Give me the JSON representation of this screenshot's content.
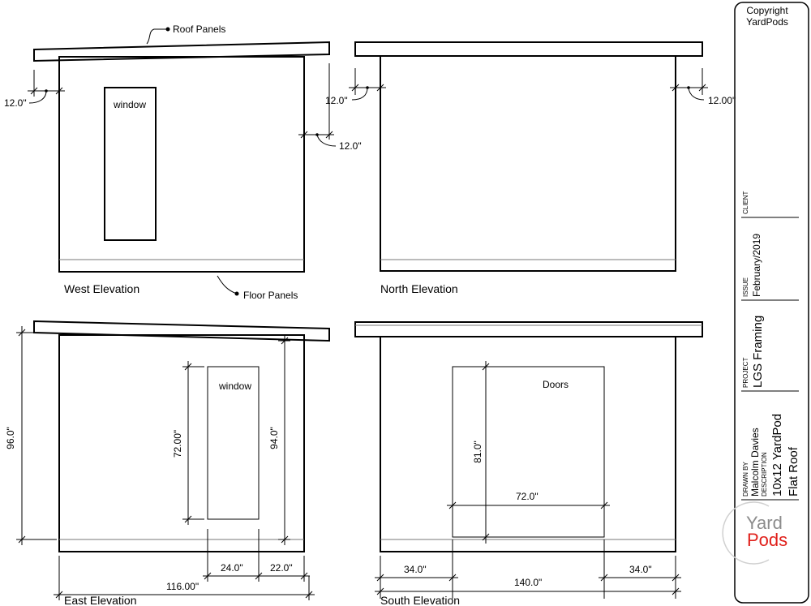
{
  "labels": {
    "roof_panels": "Roof Panels",
    "floor_panels": "Floor Panels",
    "window": "window",
    "doors": "Doors"
  },
  "views": {
    "west": "West Elevation",
    "north": "North Elevation",
    "east": "East Elevation",
    "south": "South Elevation"
  },
  "dimensions": {
    "overhang": "12.0\"",
    "overhang_north_right": "12.00\"",
    "height_96": "96.0\"",
    "window_72": "72.00\"",
    "height_94": "94.0\"",
    "offset_24": "24.0\"",
    "offset_22": "22.0\"",
    "width_116": "116.00\"",
    "door_81": "81.0\"",
    "door_72": "72.0\"",
    "side_34": "34.0\"",
    "width_140": "140.0\""
  },
  "title_block": {
    "copyright_line1": "Copyright",
    "copyright_line2": "YardPods",
    "client_label": "CLIENT",
    "issue_label": "ISSUE",
    "issue_value": "February/2019",
    "project_label": "PROJECT",
    "project_value": "LGS Framing",
    "drawn_by_label": "DRAWN BY",
    "drawn_by_value": "Malcolm Davies",
    "description_label": "DESCRIPTION",
    "description_line1": "10x12 YardPod",
    "description_line2": "Flat Roof",
    "logo_part1": "Yard",
    "logo_part2": "Pods"
  }
}
